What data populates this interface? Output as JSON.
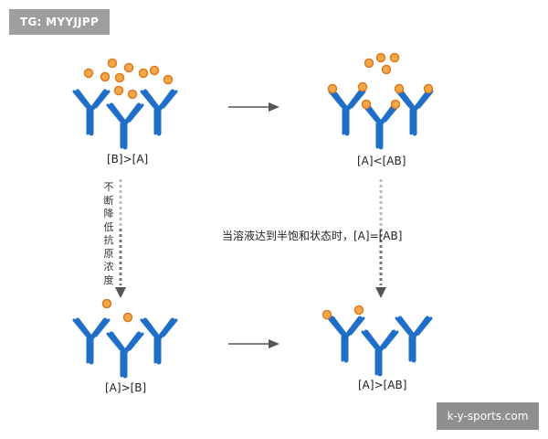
{
  "watermark_top": "TG: MYYJJPP",
  "watermark_bottom": "k-y-sports.com",
  "labels": {
    "top_left": "[B]>[A]",
    "top_right": "[A]<[AB]",
    "bottom_left": "[A]>[B]",
    "bottom_right": "[A]>[AB]",
    "left_vertical": "不断降低抗原浓度",
    "middle_note": "当溶液达到半饱和状态时，[A]=[AB]"
  },
  "colors": {
    "antibody": "#1f6fc8",
    "antigen_fill": "#f0a94a",
    "antigen_stroke": "#e07a1e",
    "arrow": "#555555",
    "dashed": "#999999"
  },
  "panels": [
    {
      "name": "top-left",
      "antibodies": 3,
      "antigens_bound": 0,
      "antigens_free": 10
    },
    {
      "name": "top-right",
      "antibodies": 3,
      "antigens_bound": 6,
      "antigens_free": 4
    },
    {
      "name": "bottom-left",
      "antibodies": 3,
      "antigens_bound": 0,
      "antigens_free": 2
    },
    {
      "name": "bottom-right",
      "antibodies": 3,
      "antigens_bound": 2,
      "antigens_free": 0
    }
  ]
}
